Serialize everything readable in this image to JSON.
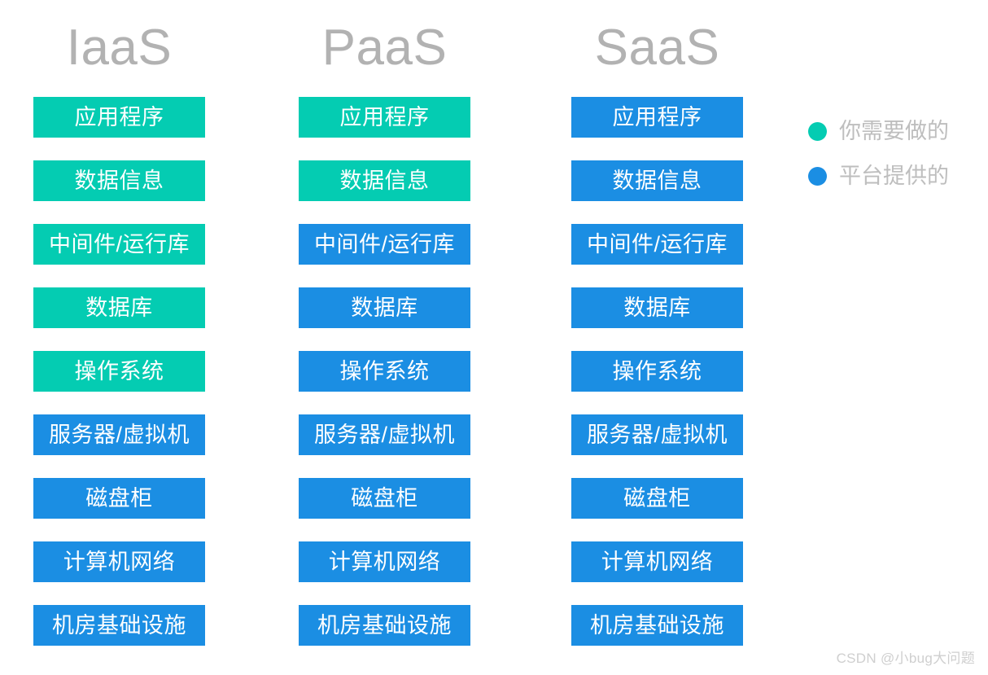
{
  "background": "#ffffff",
  "colors": {
    "customer_managed": "#04ccb2",
    "platform_provided": "#1b8ee3",
    "title_gray": "#b2b2b2",
    "legend_gray": "#bebebe",
    "watermark_gray": "#cfcfcf",
    "box_text": "#ffffff"
  },
  "chart_data": {
    "type": "table",
    "title": "",
    "layer_names": [
      "应用程序",
      "数据信息",
      "中间件/运行库",
      "数据库",
      "操作系统",
      "服务器/虚拟机",
      "磁盘柜",
      "计算机网络",
      "机房基础设施"
    ],
    "categories": [
      "IaaS",
      "PaaS",
      "SaaS"
    ],
    "legend": [
      "你需要做的",
      "平台提供的"
    ],
    "series": [
      {
        "name": "IaaS",
        "values": [
          "你需要做的",
          "你需要做的",
          "你需要做的",
          "你需要做的",
          "你需要做的",
          "平台提供的",
          "平台提供的",
          "平台提供的",
          "平台提供的"
        ]
      },
      {
        "name": "PaaS",
        "values": [
          "你需要做的",
          "你需要做的",
          "平台提供的",
          "平台提供的",
          "平台提供的",
          "平台提供的",
          "平台提供的",
          "平台提供的",
          "平台提供的"
        ]
      },
      {
        "name": "SaaS",
        "values": [
          "平台提供的",
          "平台提供的",
          "平台提供的",
          "平台提供的",
          "平台提供的",
          "平台提供的",
          "平台提供的",
          "平台提供的",
          "平台提供的"
        ]
      }
    ]
  },
  "columns": {
    "iaas": {
      "title": "IaaS",
      "rows": [
        {
          "label": "应用程序",
          "kind": "green"
        },
        {
          "label": "数据信息",
          "kind": "green"
        },
        {
          "label": "中间件/运行库",
          "kind": "green"
        },
        {
          "label": "数据库",
          "kind": "green"
        },
        {
          "label": "操作系统",
          "kind": "green"
        },
        {
          "label": "服务器/虚拟机",
          "kind": "blue"
        },
        {
          "label": "磁盘柜",
          "kind": "blue"
        },
        {
          "label": "计算机网络",
          "kind": "blue"
        },
        {
          "label": "机房基础设施",
          "kind": "blue"
        }
      ]
    },
    "paas": {
      "title": "PaaS",
      "rows": [
        {
          "label": "应用程序",
          "kind": "green"
        },
        {
          "label": "数据信息",
          "kind": "green"
        },
        {
          "label": "中间件/运行库",
          "kind": "blue"
        },
        {
          "label": "数据库",
          "kind": "blue"
        },
        {
          "label": "操作系统",
          "kind": "blue"
        },
        {
          "label": "服务器/虚拟机",
          "kind": "blue"
        },
        {
          "label": "磁盘柜",
          "kind": "blue"
        },
        {
          "label": "计算机网络",
          "kind": "blue"
        },
        {
          "label": "机房基础设施",
          "kind": "blue"
        }
      ]
    },
    "saas": {
      "title": "SaaS",
      "rows": [
        {
          "label": "应用程序",
          "kind": "blue"
        },
        {
          "label": "数据信息",
          "kind": "blue"
        },
        {
          "label": "中间件/运行库",
          "kind": "blue"
        },
        {
          "label": "数据库",
          "kind": "blue"
        },
        {
          "label": "操作系统",
          "kind": "blue"
        },
        {
          "label": "服务器/虚拟机",
          "kind": "blue"
        },
        {
          "label": "磁盘柜",
          "kind": "blue"
        },
        {
          "label": "计算机网络",
          "kind": "blue"
        },
        {
          "label": "机房基础设施",
          "kind": "blue"
        }
      ]
    }
  },
  "legend": {
    "items": [
      {
        "label": "你需要做的",
        "kind": "green",
        "icon": "circle-icon"
      },
      {
        "label": "平台提供的",
        "kind": "blue",
        "icon": "circle-icon"
      }
    ]
  },
  "watermark": {
    "text": "CSDN @小bug大问题"
  }
}
